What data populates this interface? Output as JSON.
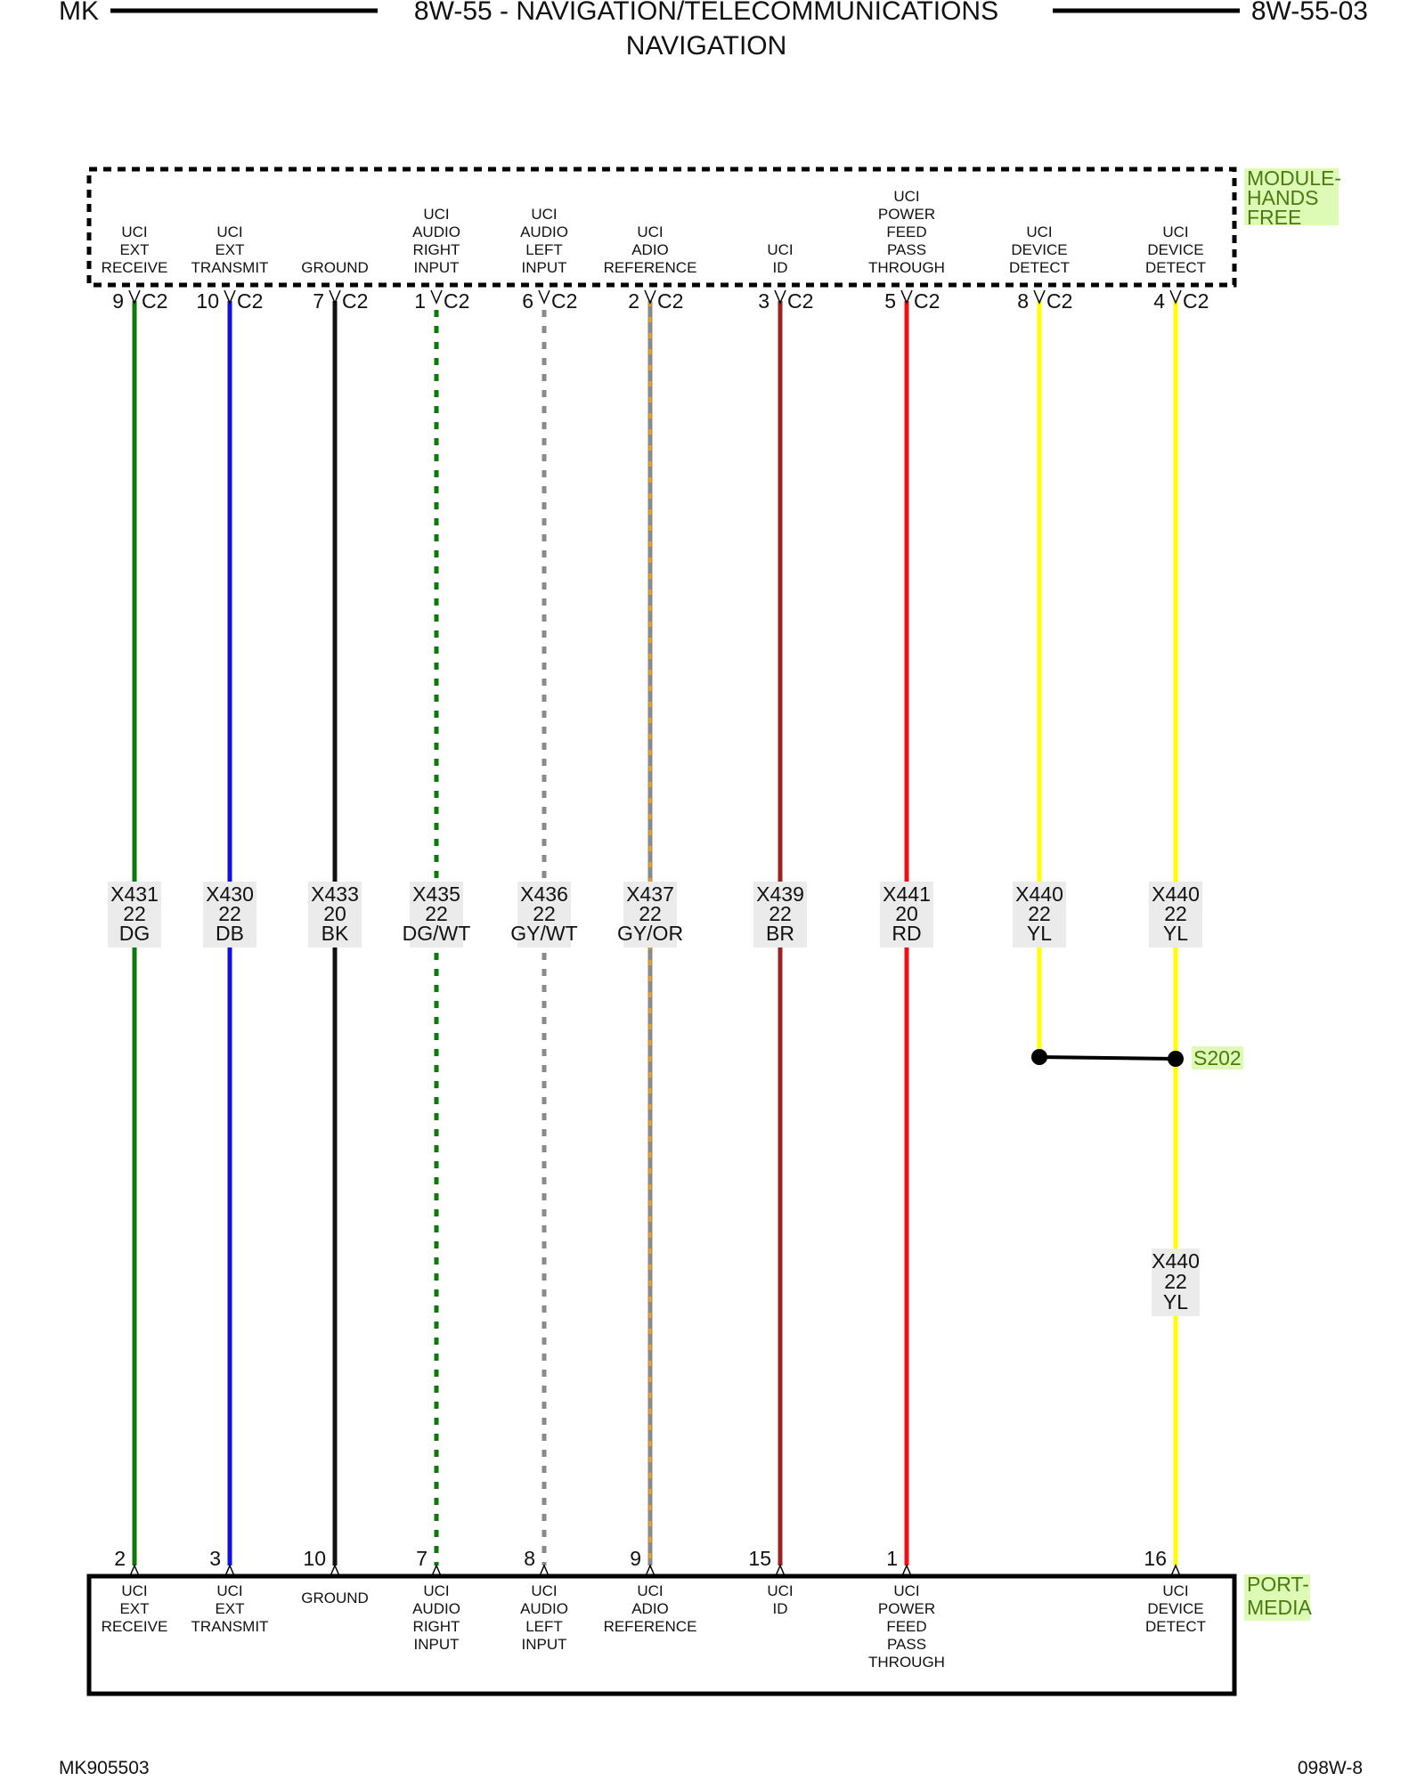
{
  "header": {
    "left": "MK",
    "center_line1": "8W-55 - NAVIGATION/TELECOMMUNICATIONS",
    "center_line2": "NAVIGATION",
    "right": "8W-55-03"
  },
  "footer": {
    "left": "MK905503",
    "right": "098W-8"
  },
  "colors": {
    "DG": "#0b7a0b",
    "DB": "#1010e6",
    "BK": "#111111",
    "WT": "#ffffff",
    "GY": "#8a8a8a",
    "OR": "#f2a20c",
    "BR": "#9a2424",
    "RD": "#ee1111",
    "YL": "#ffff00",
    "component_label_bg": "#ddfbb4",
    "wire_label_bg": "#ebebeb"
  },
  "top_component": {
    "name": "MODULE-HANDS FREE",
    "name_lines": [
      "MODULE-",
      "HANDS",
      "FREE"
    ]
  },
  "bottom_component": {
    "name": "PORT-MEDIA",
    "name_lines": [
      "PORT-",
      "MEDIA"
    ]
  },
  "splice": {
    "name": "S202"
  },
  "circuits": [
    {
      "id": "c1",
      "top_label": [
        "UCI",
        "EXT",
        "RECEIVE"
      ],
      "top_pin": "9",
      "top_connector": "C2",
      "circuit": "X431",
      "gauge": "22",
      "color_code": "DG",
      "color": "DG",
      "tracer": null,
      "bottom_pin": "2",
      "bottom_label": [
        "UCI",
        "EXT",
        "RECEIVE"
      ]
    },
    {
      "id": "c2",
      "top_label": [
        "UCI",
        "EXT",
        "TRANSMIT"
      ],
      "top_pin": "10",
      "top_connector": "C2",
      "circuit": "X430",
      "gauge": "22",
      "color_code": "DB",
      "color": "DB",
      "tracer": null,
      "bottom_pin": "3",
      "bottom_label": [
        "UCI",
        "EXT",
        "TRANSMIT"
      ]
    },
    {
      "id": "c3",
      "top_label": [
        "GROUND"
      ],
      "top_pin": "7",
      "top_connector": "C2",
      "circuit": "X433",
      "gauge": "20",
      "color_code": "BK",
      "color": "BK",
      "tracer": null,
      "bottom_pin": "10",
      "bottom_label": [
        "GROUND"
      ]
    },
    {
      "id": "c4",
      "top_label": [
        "UCI",
        "AUDIO",
        "RIGHT",
        "INPUT"
      ],
      "top_pin": "1",
      "top_connector": "C2",
      "circuit": "X435",
      "gauge": "22",
      "color_code": "DG/WT",
      "color": "DG",
      "tracer": "WT",
      "bottom_pin": "7",
      "bottom_label": [
        "UCI",
        "AUDIO",
        "RIGHT",
        "INPUT"
      ]
    },
    {
      "id": "c5",
      "top_label": [
        "UCI",
        "AUDIO",
        "LEFT",
        "INPUT"
      ],
      "top_pin": "6",
      "top_connector": "C2",
      "circuit": "X436",
      "gauge": "22",
      "color_code": "GY/WT",
      "color": "GY",
      "tracer": "WT",
      "bottom_pin": "8",
      "bottom_label": [
        "UCI",
        "AUDIO",
        "LEFT",
        "INPUT"
      ]
    },
    {
      "id": "c6",
      "top_label": [
        "UCI",
        "ADIO",
        "REFERENCE"
      ],
      "top_pin": "2",
      "top_connector": "C2",
      "circuit": "X437",
      "gauge": "22",
      "color_code": "GY/OR",
      "color": "GY",
      "tracer": "OR",
      "bottom_pin": "9",
      "bottom_label": [
        "UCI",
        "ADIO",
        "REFERENCE"
      ]
    },
    {
      "id": "c7",
      "top_label": [
        "UCI",
        "ID"
      ],
      "top_pin": "3",
      "top_connector": "C2",
      "circuit": "X439",
      "gauge": "22",
      "color_code": "BR",
      "color": "BR",
      "tracer": null,
      "bottom_pin": "15",
      "bottom_label": [
        "UCI",
        "ID"
      ]
    },
    {
      "id": "c8",
      "top_label": [
        "UCI",
        "POWER",
        "FEED",
        "PASS",
        "THROUGH"
      ],
      "top_pin": "5",
      "top_connector": "C2",
      "circuit": "X441",
      "gauge": "20",
      "color_code": "RD",
      "color": "RD",
      "tracer": null,
      "bottom_pin": "1",
      "bottom_label": [
        "UCI",
        "POWER",
        "FEED",
        "PASS",
        "THROUGH"
      ]
    },
    {
      "id": "c9",
      "top_label": [
        "UCI",
        "DEVICE",
        "DETECT"
      ],
      "top_pin": "8",
      "top_connector": "C2",
      "circuit": "X440",
      "gauge": "22",
      "color_code": "YL",
      "color": "YL",
      "tracer": null,
      "bottom_pin": null,
      "bottom_label": []
    },
    {
      "id": "c10",
      "top_label": [
        "UCI",
        "DEVICE",
        "DETECT"
      ],
      "top_pin": "4",
      "top_connector": "C2",
      "circuit": "X440",
      "gauge": "22",
      "color_code": "YL",
      "color": "YL",
      "tracer": null,
      "bottom_pin": "16",
      "bottom_label": [
        "UCI",
        "DEVICE",
        "DETECT"
      ]
    }
  ],
  "splice_output": {
    "circuit": "X440",
    "gauge": "22",
    "color_code": "YL"
  }
}
